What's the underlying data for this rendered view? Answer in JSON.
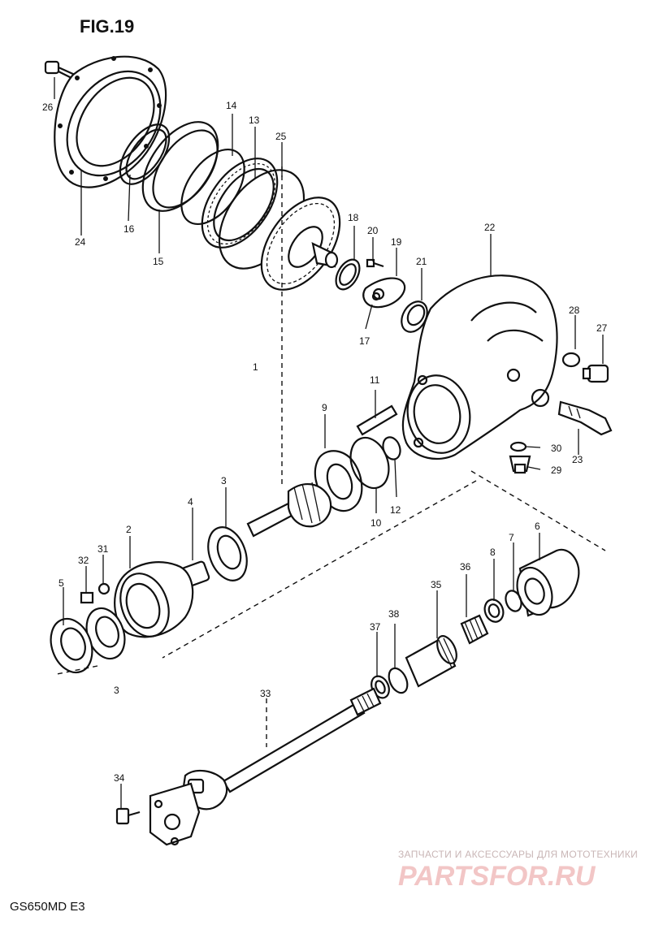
{
  "figure_title": "FIG.19",
  "model_code": "GS650MD  E3",
  "watermark": {
    "top_line": "ЗАПЧАСТИ И АКСЕССУАРЫ ДЛЯ МОТОТЕХНИКИ",
    "brand": "PARTSFOR.RU"
  },
  "callouts": {
    "c1": "1",
    "c2": "2",
    "c3a": "3",
    "c3b": "3",
    "c4": "4",
    "c5": "5",
    "c6": "6",
    "c7": "7",
    "c8": "8",
    "c9": "9",
    "c10": "10",
    "c11": "11",
    "c12": "12",
    "c13": "13",
    "c14": "14",
    "c15": "15",
    "c16": "16",
    "c17": "17",
    "c18": "18",
    "c19": "19",
    "c20": "20",
    "c21": "21",
    "c22": "22",
    "c23": "23",
    "c24": "24",
    "c25": "25",
    "c26": "26",
    "c27": "27",
    "c28": "28",
    "c29": "29",
    "c30": "30",
    "c31": "31",
    "c32": "32",
    "c33": "33",
    "c34": "34",
    "c35": "35",
    "c36": "36",
    "c37": "37",
    "c38": "38"
  },
  "colors": {
    "ink": "#111111",
    "paper": "#ffffff",
    "watermark": "#f2c6c6"
  }
}
